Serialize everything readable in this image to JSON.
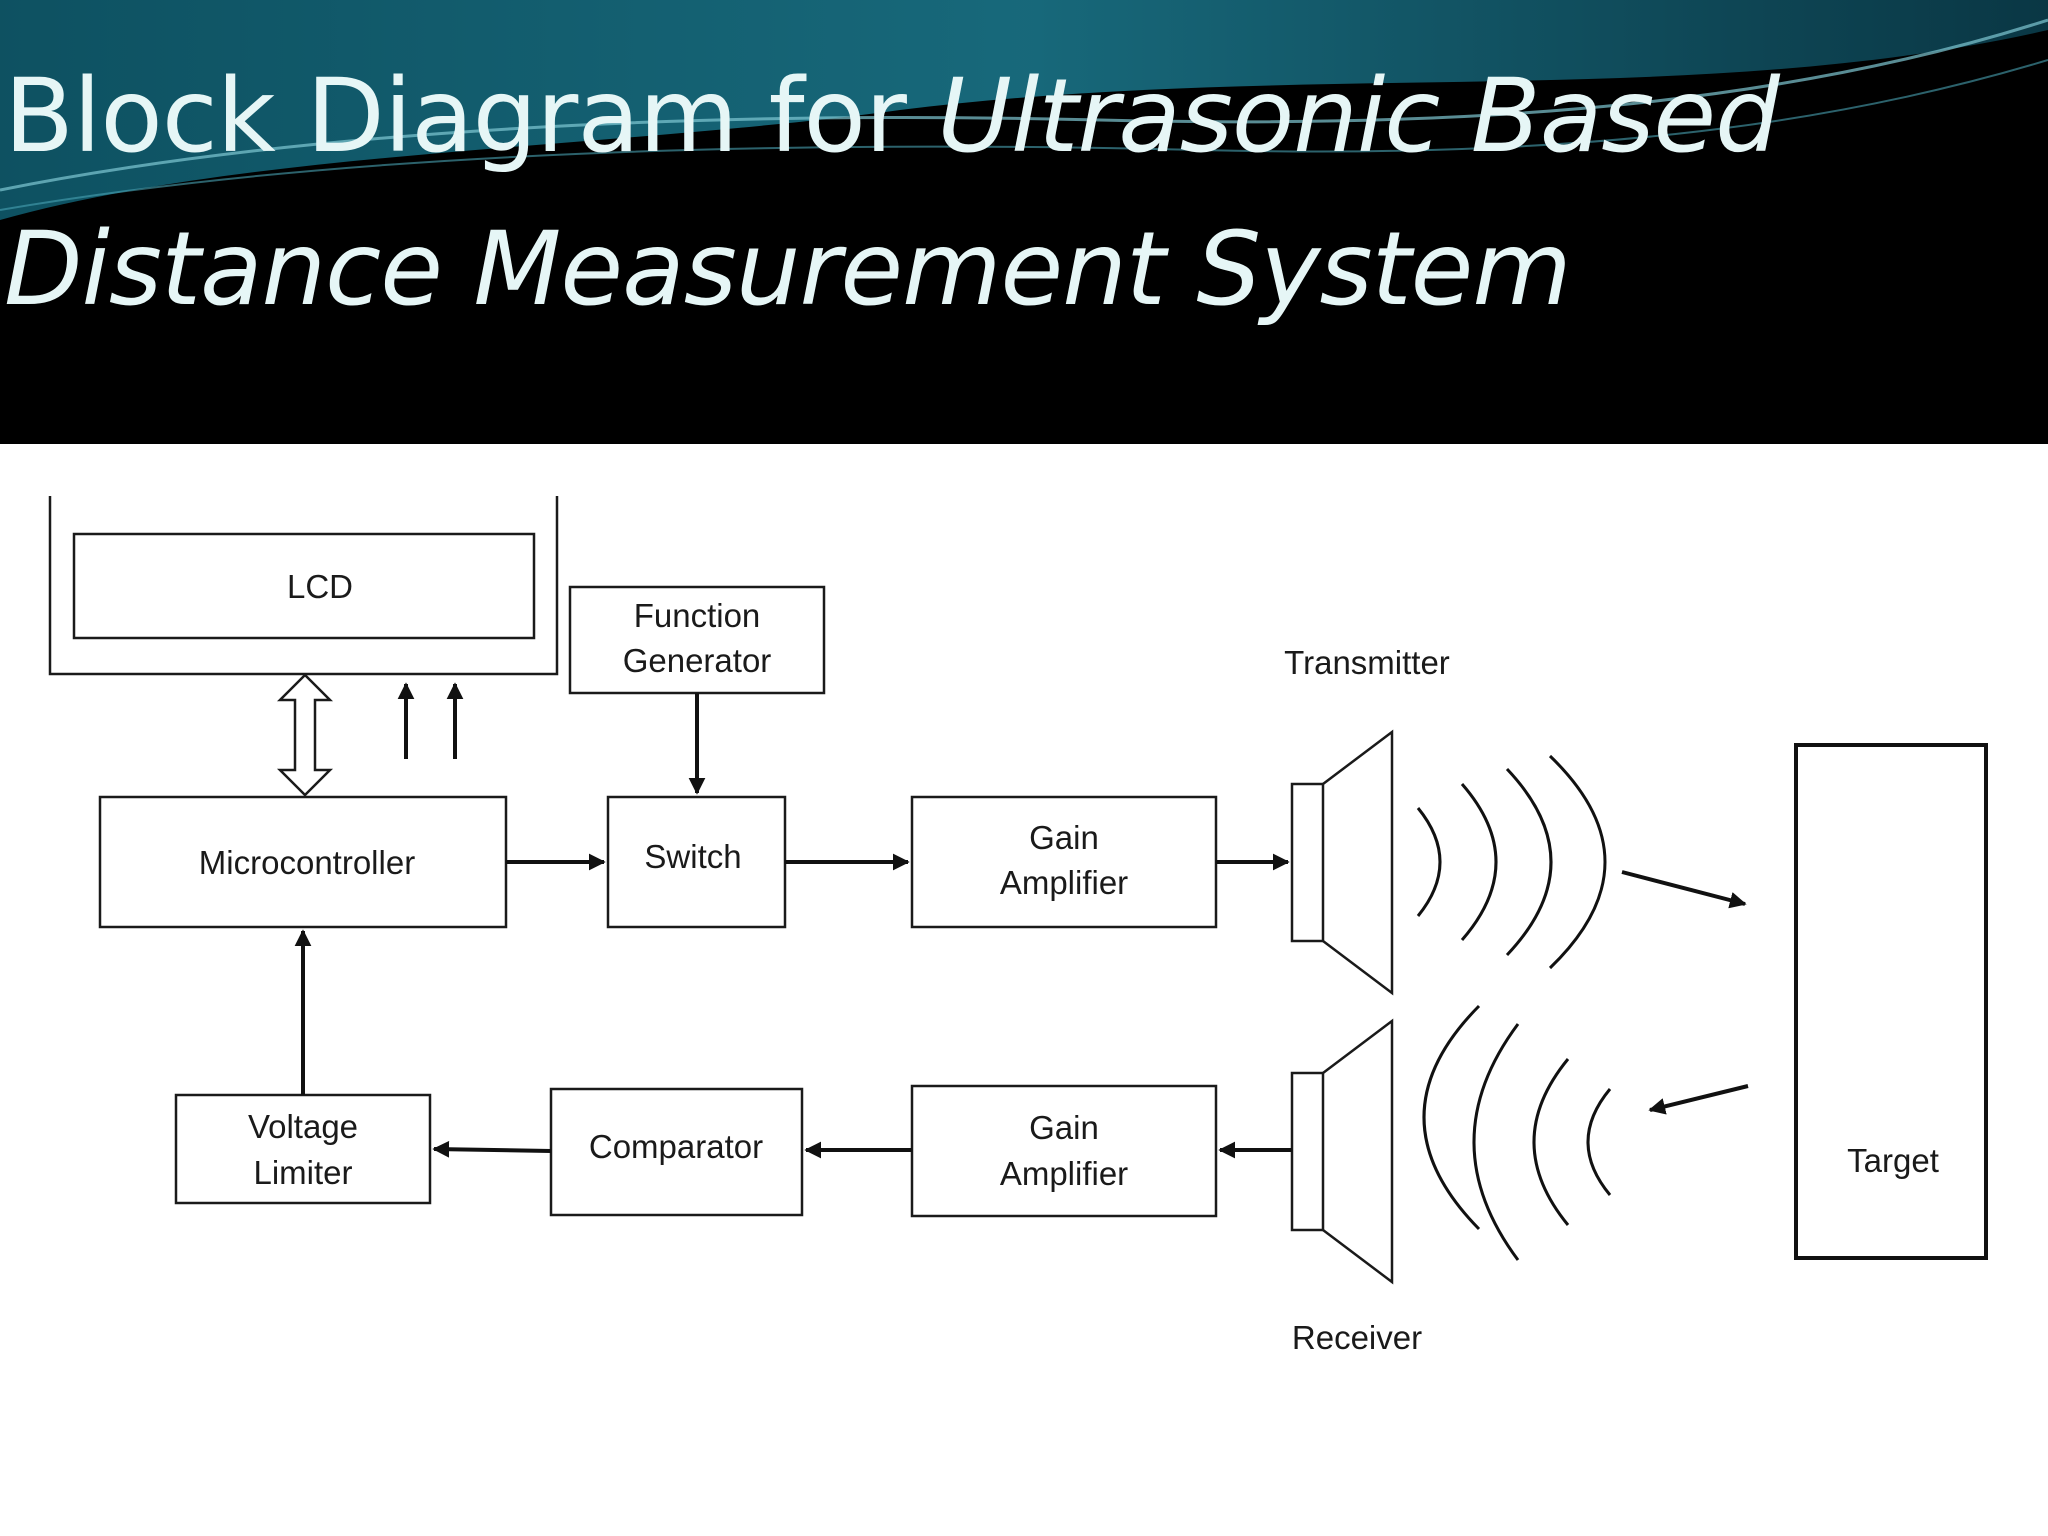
{
  "slide": {
    "title_line1_plain": "Block Diagram for ",
    "title_line1_italic": "Ultrasonic Based",
    "title_line2_italic": "Distance Measurement System"
  },
  "blocks": {
    "lcd": "LCD",
    "function_generator": [
      "Function",
      "Generator"
    ],
    "microcontroller": "Microcontroller",
    "switch": "Switch",
    "gain_amplifier_tx": [
      "Gain",
      "Amplifier"
    ],
    "gain_amplifier_rx": [
      "Gain",
      "Amplifier"
    ],
    "voltage_limiter": [
      "Voltage",
      "Limiter"
    ],
    "comparator": "Comparator",
    "target": "Target"
  },
  "labels": {
    "transmitter": "Transmitter",
    "receiver": "Receiver"
  },
  "colors": {
    "header_bg": "#000000",
    "title_text": "#e6f6f6",
    "swoosh": "#1f6b7d"
  }
}
